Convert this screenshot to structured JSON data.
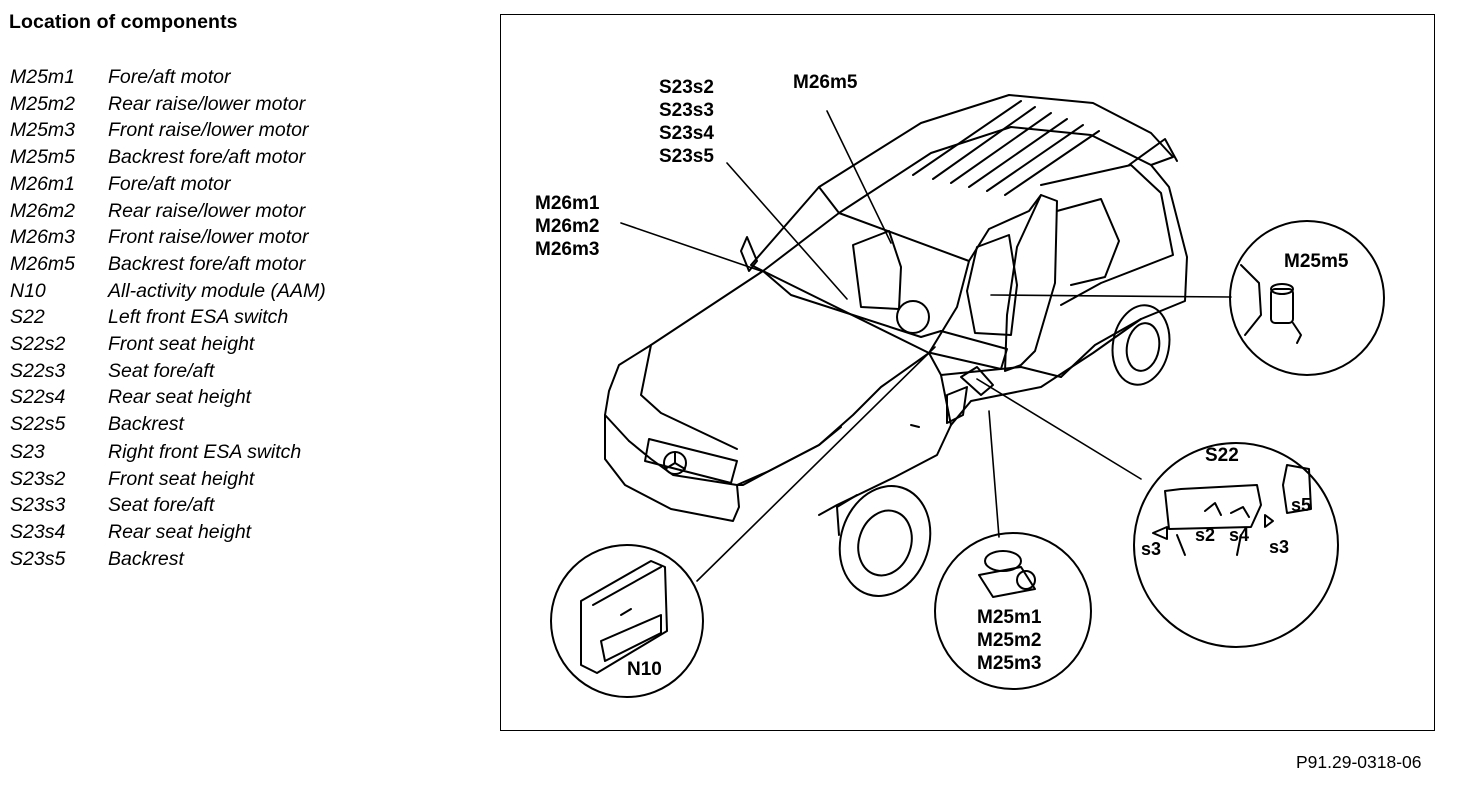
{
  "title": "Location of components",
  "legend": [
    {
      "code": "M25m1",
      "desc": "Fore/aft motor"
    },
    {
      "code": "M25m2",
      "desc": "Rear raise/lower motor"
    },
    {
      "code": "M25m3",
      "desc": "Front raise/lower motor"
    },
    {
      "code": "M25m5",
      "desc": "Backrest fore/aft motor"
    },
    {
      "code": "M26m1",
      "desc": "Fore/aft motor"
    },
    {
      "code": "M26m2",
      "desc": "Rear raise/lower motor"
    },
    {
      "code": "M26m3",
      "desc": "Front raise/lower motor"
    },
    {
      "code": "M26m5",
      "desc": "Backrest fore/aft motor"
    },
    {
      "code": "N10",
      "desc": "All-activity module (AAM)"
    },
    {
      "code": "S22",
      "desc": "Left front ESA switch"
    },
    {
      "code": "S22s2",
      "desc": "Front seat height"
    },
    {
      "code": "S22s3",
      "desc": "Seat fore/aft"
    },
    {
      "code": "S22s4",
      "desc": "Rear seat height"
    },
    {
      "code": "S22s5",
      "desc": "Backrest"
    },
    {
      "code": "S23",
      "desc": "Right front ESA switch"
    },
    {
      "code": "S23s2",
      "desc": "Front seat height"
    },
    {
      "code": "S23s3",
      "desc": "Seat fore/aft"
    },
    {
      "code": "S23s4",
      "desc": "Rear seat height"
    },
    {
      "code": "S23s5",
      "desc": "Backrest"
    }
  ],
  "diagram": {
    "callouts": {
      "s23_group": [
        "S23s2",
        "S23s3",
        "S23s4",
        "S23s5"
      ],
      "m26m5": "M26m5",
      "m26_group": [
        "M26m1",
        "M26m2",
        "M26m3"
      ],
      "m25m5": "M25m5",
      "s22": "S22",
      "s22_parts": {
        "s2": "s2",
        "s4": "s4",
        "s5": "s5",
        "s3_left": "s3",
        "s3_right": "s3"
      },
      "m25_group": [
        "M25m1",
        "M25m2",
        "M25m3"
      ],
      "n10": "N10"
    }
  },
  "figure_ref": "P91.29-0318-06"
}
